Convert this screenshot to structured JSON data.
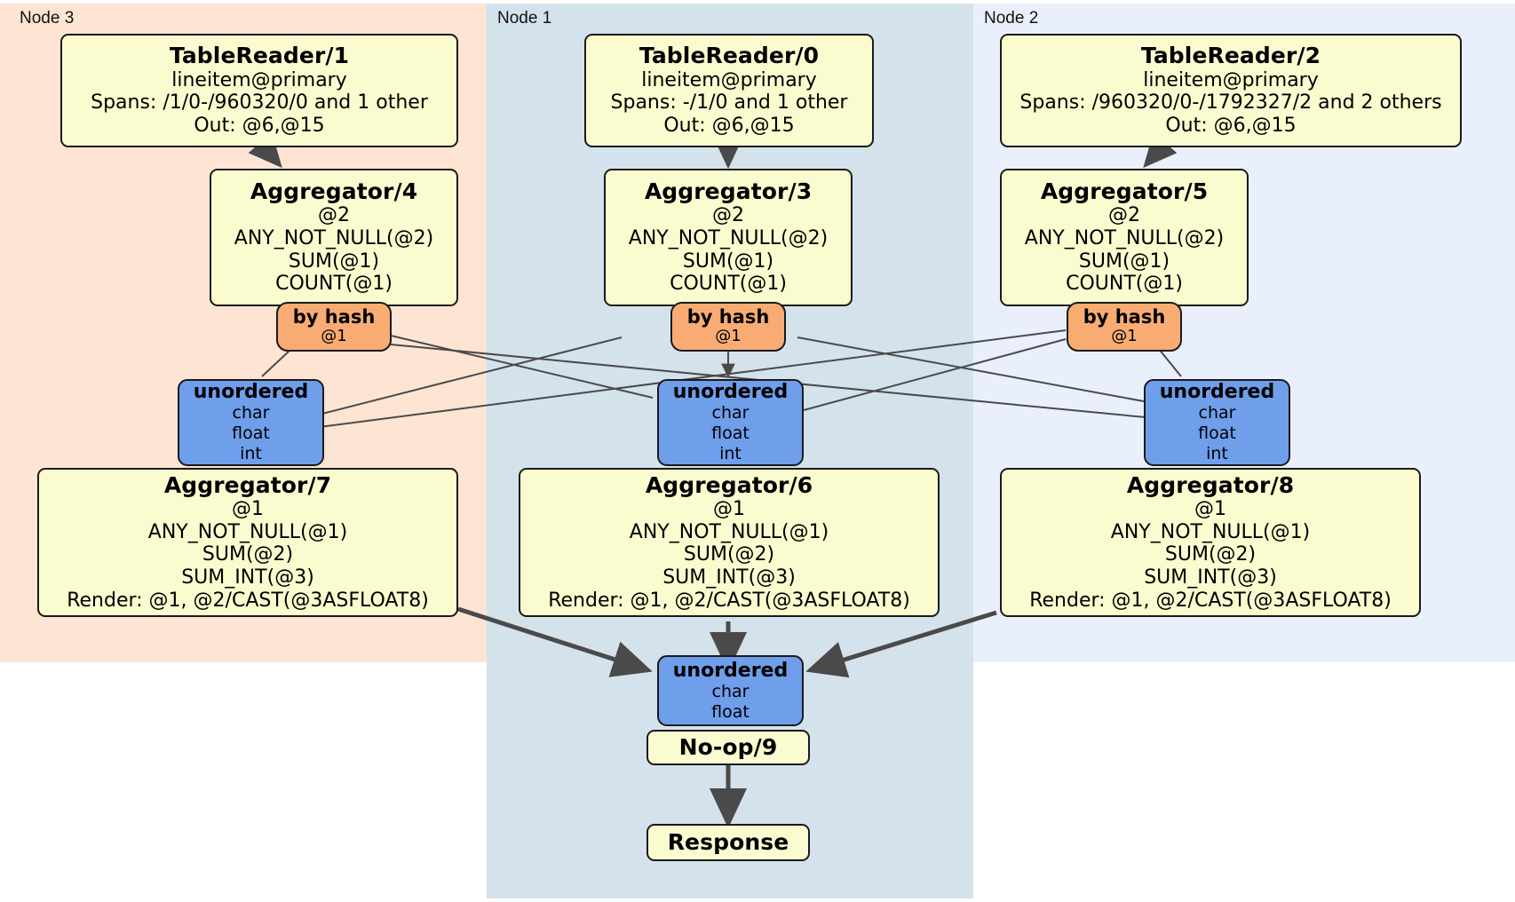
{
  "diagram": {
    "title": "Distributed query plan",
    "colors": {
      "node3_bg": "#fde4d3",
      "node1_bg": "#d4e2ec",
      "node2_bg": "#eaf0fb",
      "processor_bg": "#fbfbd0",
      "router_bg": "#f8ac73",
      "sync_bg": "#6f9eeb",
      "stroke": "#1a1a1a",
      "edge": "#4a4a4a"
    }
  },
  "panels": [
    {
      "id": "node3",
      "label": "Node 3"
    },
    {
      "id": "node1",
      "label": "Node 1"
    },
    {
      "id": "node2",
      "label": "Node 2"
    }
  ],
  "table_readers": [
    {
      "id": "tr1",
      "title": "TableReader/1",
      "table": "lineitem@primary",
      "spans": "Spans: /1/0-/960320/0 and 1 other",
      "out": "Out: @6,@15"
    },
    {
      "id": "tr0",
      "title": "TableReader/0",
      "table": "lineitem@primary",
      "spans": "Spans: -/1/0 and 1 other",
      "out": "Out: @6,@15"
    },
    {
      "id": "tr2",
      "title": "TableReader/2",
      "table": "lineitem@primary",
      "spans": "Spans: /960320/0-/1792327/2 and 2 others",
      "out": "Out: @6,@15"
    }
  ],
  "stage1_aggregators": [
    {
      "id": "agg4",
      "title": "Aggregator/4",
      "group": "@2",
      "f1": "ANY_NOT_NULL(@2)",
      "f2": "SUM(@1)",
      "f3": "COUNT(@1)"
    },
    {
      "id": "agg3",
      "title": "Aggregator/3",
      "group": "@2",
      "f1": "ANY_NOT_NULL(@2)",
      "f2": "SUM(@1)",
      "f3": "COUNT(@1)"
    },
    {
      "id": "agg5",
      "title": "Aggregator/5",
      "group": "@2",
      "f1": "ANY_NOT_NULL(@2)",
      "f2": "SUM(@1)",
      "f3": "COUNT(@1)"
    }
  ],
  "hash_routers": [
    {
      "id": "hash_left",
      "title": "by hash",
      "column": "@1"
    },
    {
      "id": "hash_center",
      "title": "by hash",
      "column": "@1"
    },
    {
      "id": "hash_right",
      "title": "by hash",
      "column": "@1"
    }
  ],
  "sync_inputs": [
    {
      "id": "sync_left",
      "title": "unordered",
      "types": [
        "char",
        "float",
        "int"
      ]
    },
    {
      "id": "sync_center",
      "title": "unordered",
      "types": [
        "char",
        "float",
        "int"
      ]
    },
    {
      "id": "sync_right",
      "title": "unordered",
      "types": [
        "char",
        "float",
        "int"
      ]
    }
  ],
  "stage2_aggregators": [
    {
      "id": "agg7",
      "title": "Aggregator/7",
      "group": "@1",
      "f1": "ANY_NOT_NULL(@1)",
      "f2": "SUM(@2)",
      "f3": "SUM_INT(@3)",
      "render": "Render: @1, @2/CAST(@3ASFLOAT8)"
    },
    {
      "id": "agg6",
      "title": "Aggregator/6",
      "group": "@1",
      "f1": "ANY_NOT_NULL(@1)",
      "f2": "SUM(@2)",
      "f3": "SUM_INT(@3)",
      "render": "Render: @1, @2/CAST(@3ASFLOAT8)"
    },
    {
      "id": "agg8",
      "title": "Aggregator/8",
      "group": "@1",
      "f1": "ANY_NOT_NULL(@1)",
      "f2": "SUM(@2)",
      "f3": "SUM_INT(@3)",
      "render": "Render: @1, @2/CAST(@3ASFLOAT8)"
    }
  ],
  "final_sync": {
    "id": "sync_final",
    "title": "unordered",
    "types": [
      "char",
      "float"
    ]
  },
  "noop": {
    "id": "noop9",
    "title": "No-op/9"
  },
  "response": {
    "id": "response",
    "title": "Response"
  }
}
